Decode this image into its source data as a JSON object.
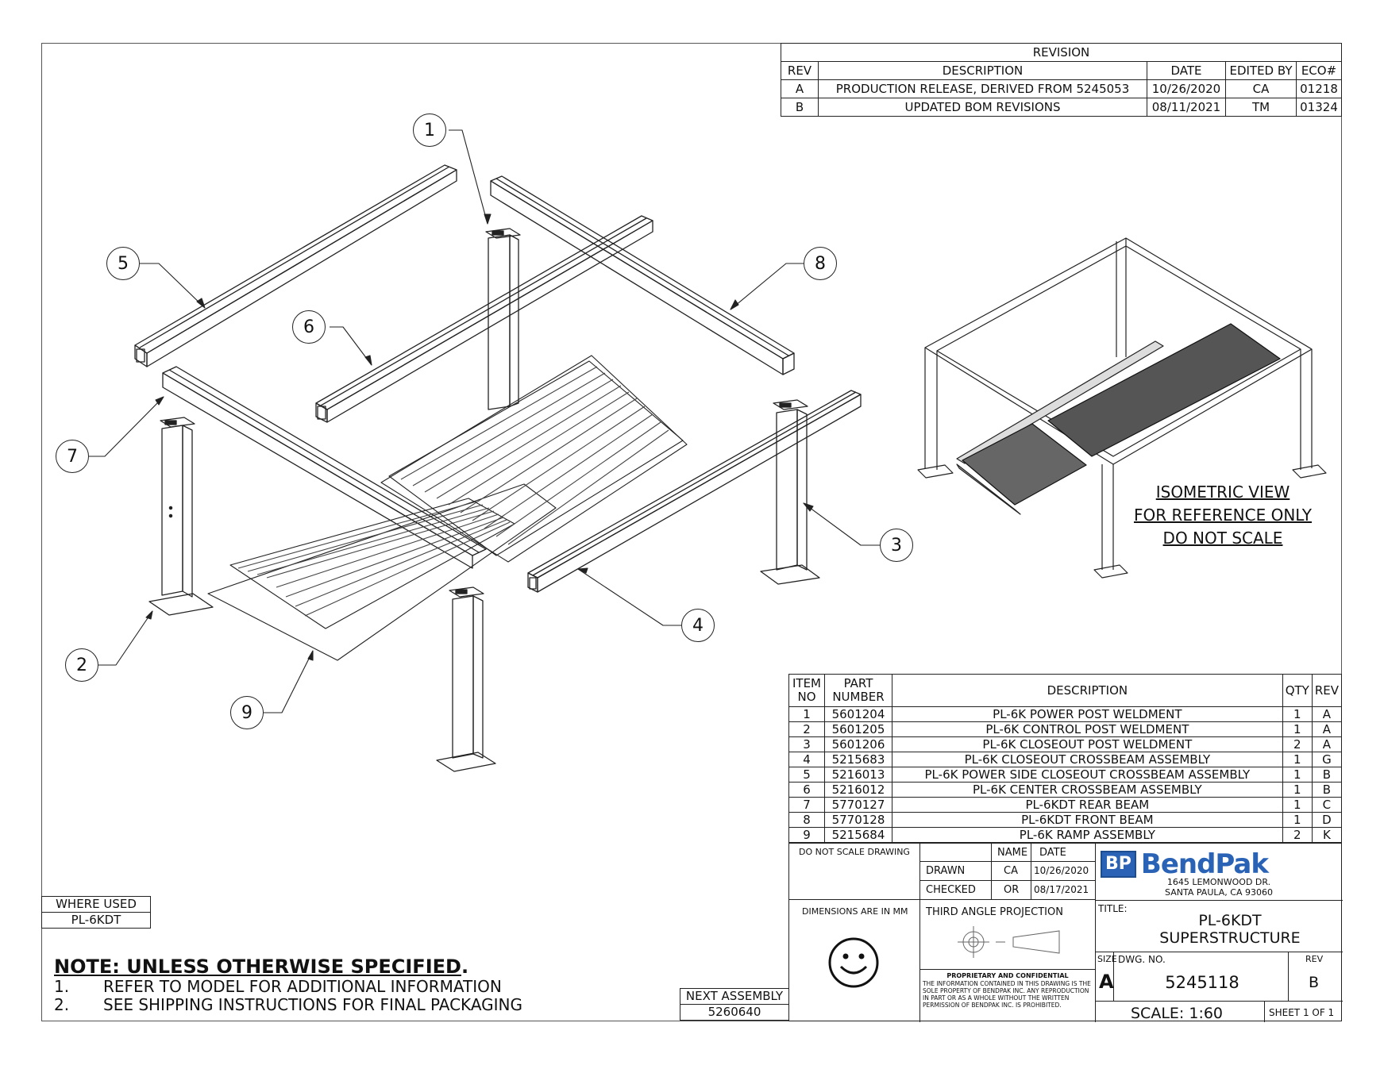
{
  "revision": {
    "title": "REVISION",
    "headers": [
      "REV",
      "DESCRIPTION",
      "DATE",
      "EDITED BY",
      "ECO#"
    ],
    "rows": [
      [
        "A",
        "PRODUCTION RELEASE, DERIVED FROM 5245053",
        "10/26/2020",
        "CA",
        "01218"
      ],
      [
        "B",
        "UPDATED BOM REVISIONS",
        "08/11/2021",
        "TM",
        "01324"
      ]
    ]
  },
  "callouts": [
    "1",
    "2",
    "3",
    "4",
    "5",
    "6",
    "7",
    "8",
    "9"
  ],
  "iso_note": [
    "ISOMETRIC VIEW",
    "FOR REFERENCE ONLY",
    "DO NOT SCALE"
  ],
  "bom": {
    "headers": [
      "ITEM NO",
      "PART NUMBER",
      "DESCRIPTION",
      "QTY",
      "REV"
    ],
    "rows": [
      [
        "1",
        "5601204",
        "PL-6K POWER POST WELDMENT",
        "1",
        "A"
      ],
      [
        "2",
        "5601205",
        "PL-6K CONTROL POST WELDMENT",
        "1",
        "A"
      ],
      [
        "3",
        "5601206",
        "PL-6K CLOSEOUT POST WELDMENT",
        "2",
        "A"
      ],
      [
        "4",
        "5215683",
        "PL-6K CLOSEOUT CROSSBEAM ASSEMBLY",
        "1",
        "G"
      ],
      [
        "5",
        "5216013",
        "PL-6K POWER SIDE CLOSEOUT CROSSBEAM ASSEMBLY",
        "1",
        "B"
      ],
      [
        "6",
        "5216012",
        "PL-6K CENTER CROSSBEAM ASSEMBLY",
        "1",
        "B"
      ],
      [
        "7",
        "5770127",
        "PL-6KDT REAR BEAM",
        "1",
        "C"
      ],
      [
        "8",
        "5770128",
        "PL-6KDT FRONT BEAM",
        "1",
        "D"
      ],
      [
        "9",
        "5215684",
        "PL-6K RAMP ASSEMBLY",
        "2",
        "K"
      ]
    ]
  },
  "where_used": {
    "label": "WHERE USED",
    "value": "PL-6KDT"
  },
  "next_assembly": {
    "label": "NEXT ASSEMBLY",
    "value": "5260640"
  },
  "note": {
    "title": "NOTE: UNLESS OTHERWISE SPECIFIED",
    "items": [
      {
        "num": "1.",
        "text": "REFER TO MODEL FOR ADDITIONAL INFORMATION"
      },
      {
        "num": "2.",
        "text": "SEE SHIPPING INSTRUCTIONS FOR FINAL PACKAGING"
      }
    ]
  },
  "title_block": {
    "do_not_scale": "DO NOT SCALE DRAWING",
    "name_label": "NAME",
    "date_label": "DATE",
    "drawn_label": "DRAWN",
    "drawn_name": "CA",
    "drawn_date": "10/26/2020",
    "checked_label": "CHECKED",
    "checked_name": "OR",
    "checked_date": "08/17/2021",
    "dimensions": "DIMENSIONS ARE IN MM",
    "projection": "THIRD ANGLE PROJECTION",
    "proprietary_title": "PROPRIETARY AND CONFIDENTIAL",
    "proprietary_text": "THE INFORMATION CONTAINED IN THIS DRAWING IS THE SOLE PROPERTY OF BENDPAK INC. ANY REPRODUCTION IN PART OR AS A WHOLE WITHOUT THE WRITTEN PERMISSION OF BENDPAK INC. IS PROHIBITED.",
    "logo_mark": "BP",
    "logo_text": "BendPak",
    "address1": "1645 LEMONWOOD DR.",
    "address2": "SANTA PAULA, CA 93060",
    "title_label": "TITLE:",
    "title1": "PL-6KDT",
    "title2": "SUPERSTRUCTURE",
    "size_label": "SIZE",
    "size": "A",
    "dwg_label": "DWG. NO.",
    "dwg_no": "5245118",
    "rev_label": "REV",
    "rev": "B",
    "scale": "SCALE: 1:60",
    "sheet": "SHEET 1 OF 1"
  },
  "colors": {
    "logo_blue": "#2a63b5",
    "logo_gray": "#9aa3ad",
    "line": "#222222"
  }
}
